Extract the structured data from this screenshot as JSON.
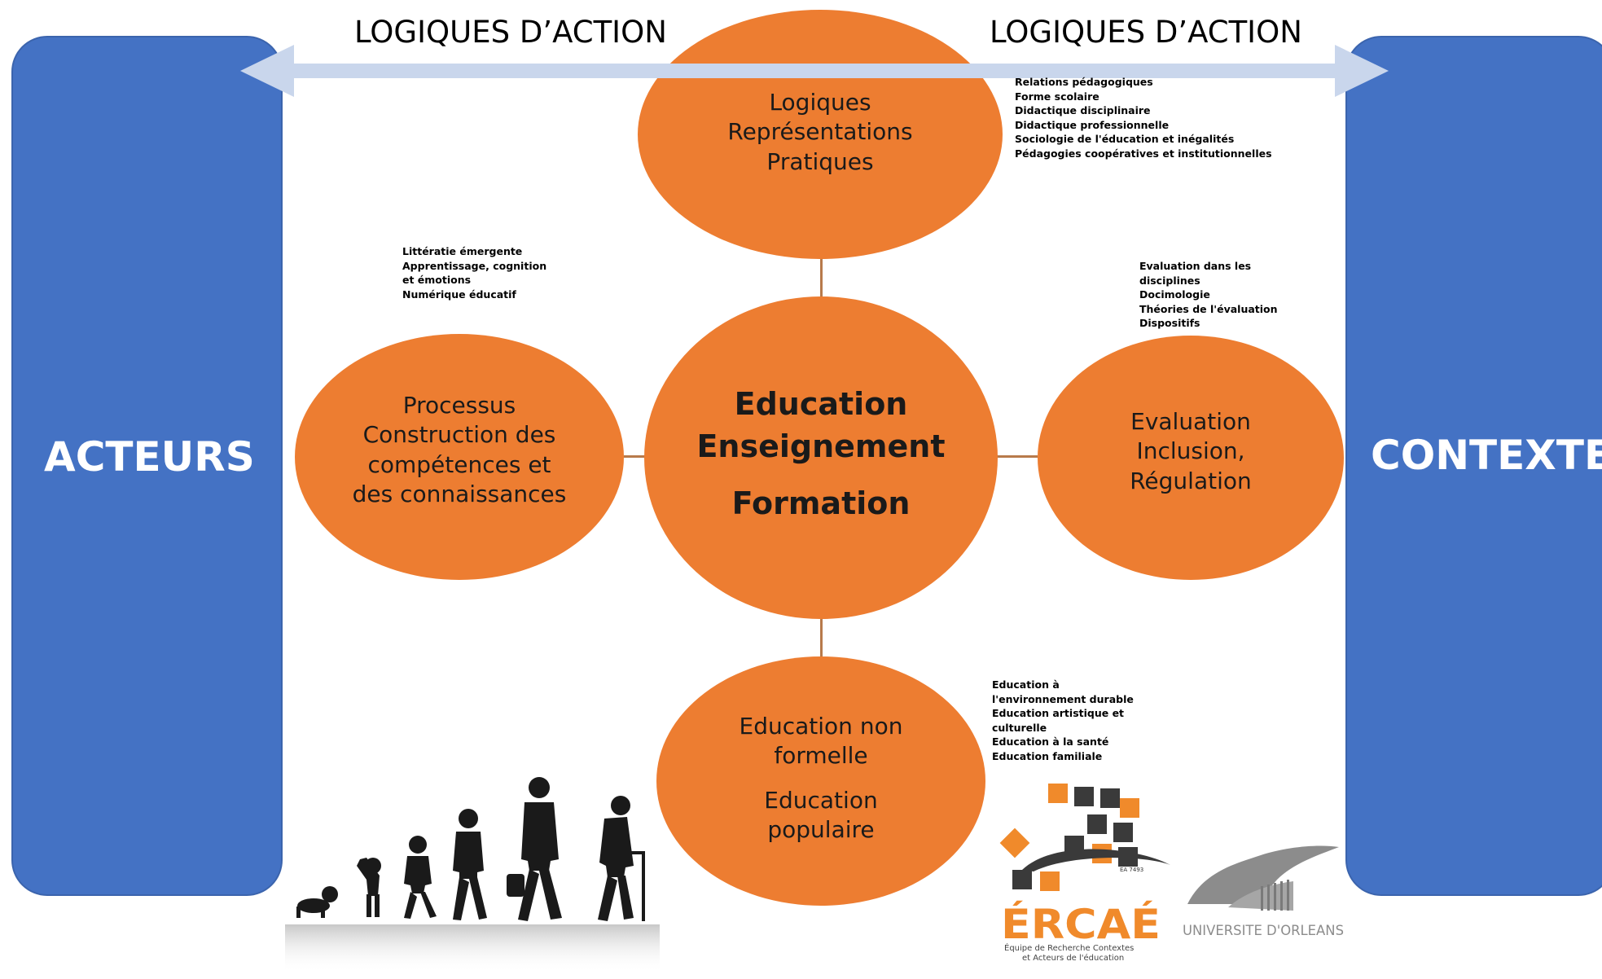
{
  "side_panels": {
    "left_label": "ACTEURS",
    "right_label": "CONTEXTES",
    "color": "#4472c4"
  },
  "arrow": {
    "left_label": "LOGIQUES D’ACTION",
    "right_label": "LOGIQUES D’ACTION",
    "color": "#c9d6ec"
  },
  "bubble_color": "#ed7d31",
  "center": {
    "line1": "Education",
    "line2": "Enseignement",
    "line3": "Formation"
  },
  "top": {
    "lines": [
      "Logiques",
      "Représentations",
      "Pratiques"
    ],
    "notes": [
      "Relations pédagogiques",
      "Forme scolaire",
      "Didactique disciplinaire",
      "Didactique professionnelle",
      "Sociologie de l'éducation et inégalités",
      "Pédagogies coopératives et institutionnelles"
    ]
  },
  "left": {
    "lines": [
      "Processus",
      "Construction des",
      "compétences et",
      "des connaissances"
    ],
    "notes": [
      "Littératie émergente",
      "Apprentissage, cognition",
      "et émotions",
      "Numérique éducatif"
    ]
  },
  "right": {
    "lines": [
      "Evaluation",
      "Inclusion,",
      "Régulation"
    ],
    "notes": [
      "Evaluation dans les",
      "disciplines",
      "Docimologie",
      "Théories de l'évaluation",
      "Dispositifs"
    ]
  },
  "bottom": {
    "lines": [
      "Education non",
      "formelle",
      "Education",
      "populaire"
    ],
    "notes": [
      "Education à",
      "l'environnement durable",
      "Education artistique et",
      "culturelle",
      "Education à la santé",
      "Education familiale"
    ]
  },
  "logos": {
    "ercae_name": "ÉRCAÉ",
    "ercae_subtitle_1": "Équipe de Recherche Contextes",
    "ercae_subtitle_2": "et Acteurs de l'éducation",
    "ercae_code": "EA 7493",
    "university": "UNIVERSITE D'ORLEANS"
  }
}
